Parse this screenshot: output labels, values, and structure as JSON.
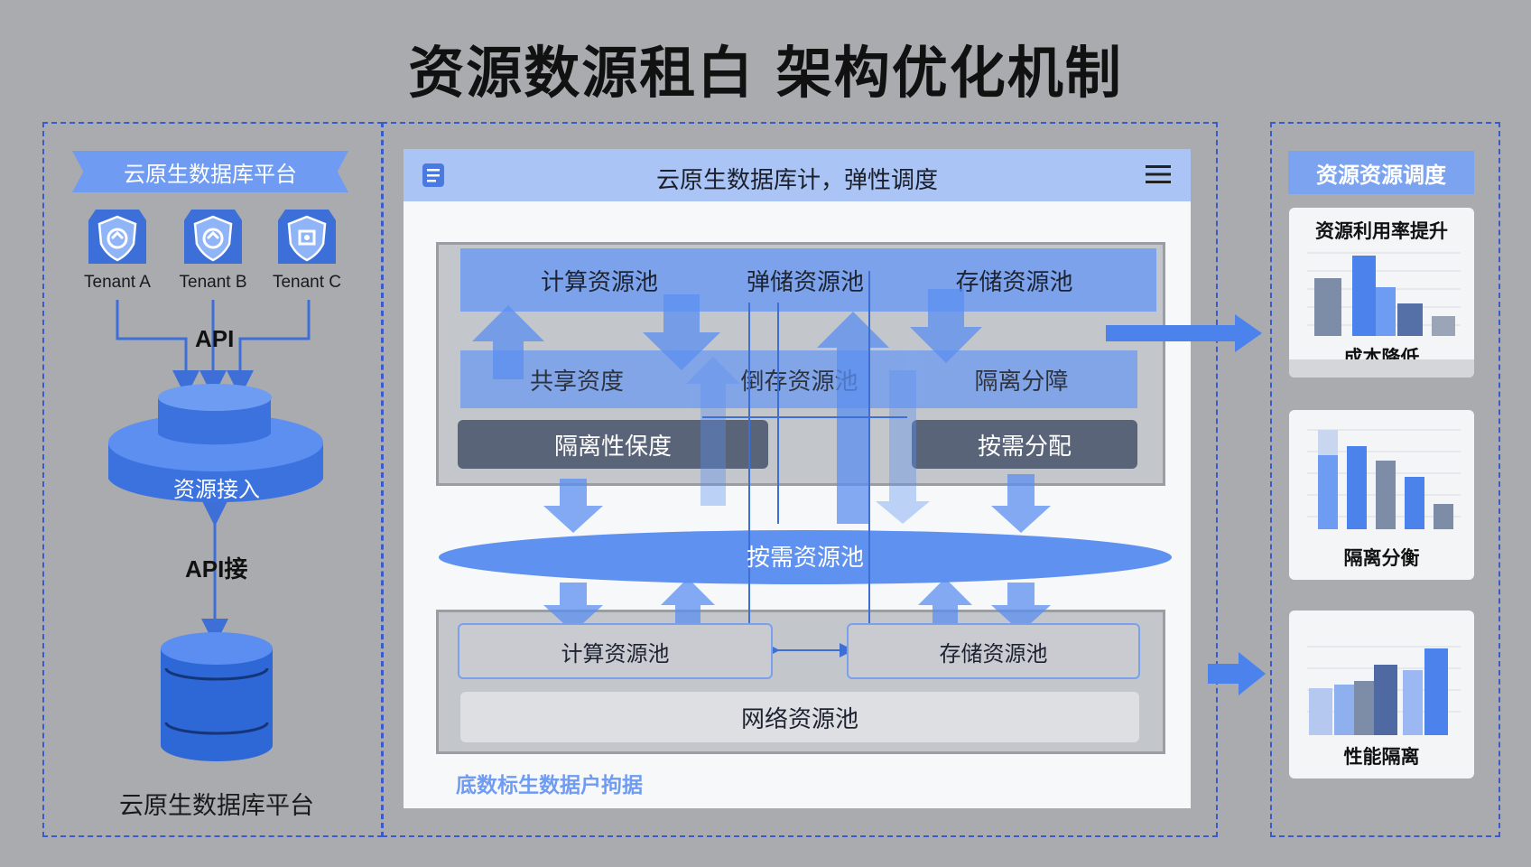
{
  "title": "资源数源租白 架构优化机制",
  "left": {
    "ribbon_label": "云原生数据库平台",
    "tenants": [
      "Tenant A",
      "Tenant B",
      "Tenant C"
    ],
    "api_label": "API",
    "access_label": "资源接入",
    "api_connect_label": "API接",
    "database_label": "云原生数据库平台"
  },
  "center": {
    "window_title": "云原生数据库计，弹性调度",
    "top_pools": [
      "计算资源池",
      "弹储资源池",
      "存储资源池"
    ],
    "mid_pools": [
      "共享资度",
      "倒存资源池",
      "隔离分障"
    ],
    "dark_pools": [
      "隔离性保度",
      "按需分配"
    ],
    "shared_pool": "按需资源池",
    "bottom_pools": [
      "计算资源池",
      "存储资源池"
    ],
    "network_pool": "网络资源池",
    "footer": "底数标生数据户拘据"
  },
  "right": {
    "header": "资源资源调度",
    "cards": [
      {
        "title_top": "资源利用率提升",
        "title_bottom": "成本降低"
      },
      {
        "title_top": "",
        "title_bottom": "隔离分衡"
      },
      {
        "title_top": "",
        "title_bottom": "性能隔离"
      }
    ]
  },
  "colors": {
    "accent_blue": "#6f9cf2",
    "dark_slate": "#5a6478",
    "background": "#a9abae",
    "dashed_border": "#3b5bc8"
  }
}
